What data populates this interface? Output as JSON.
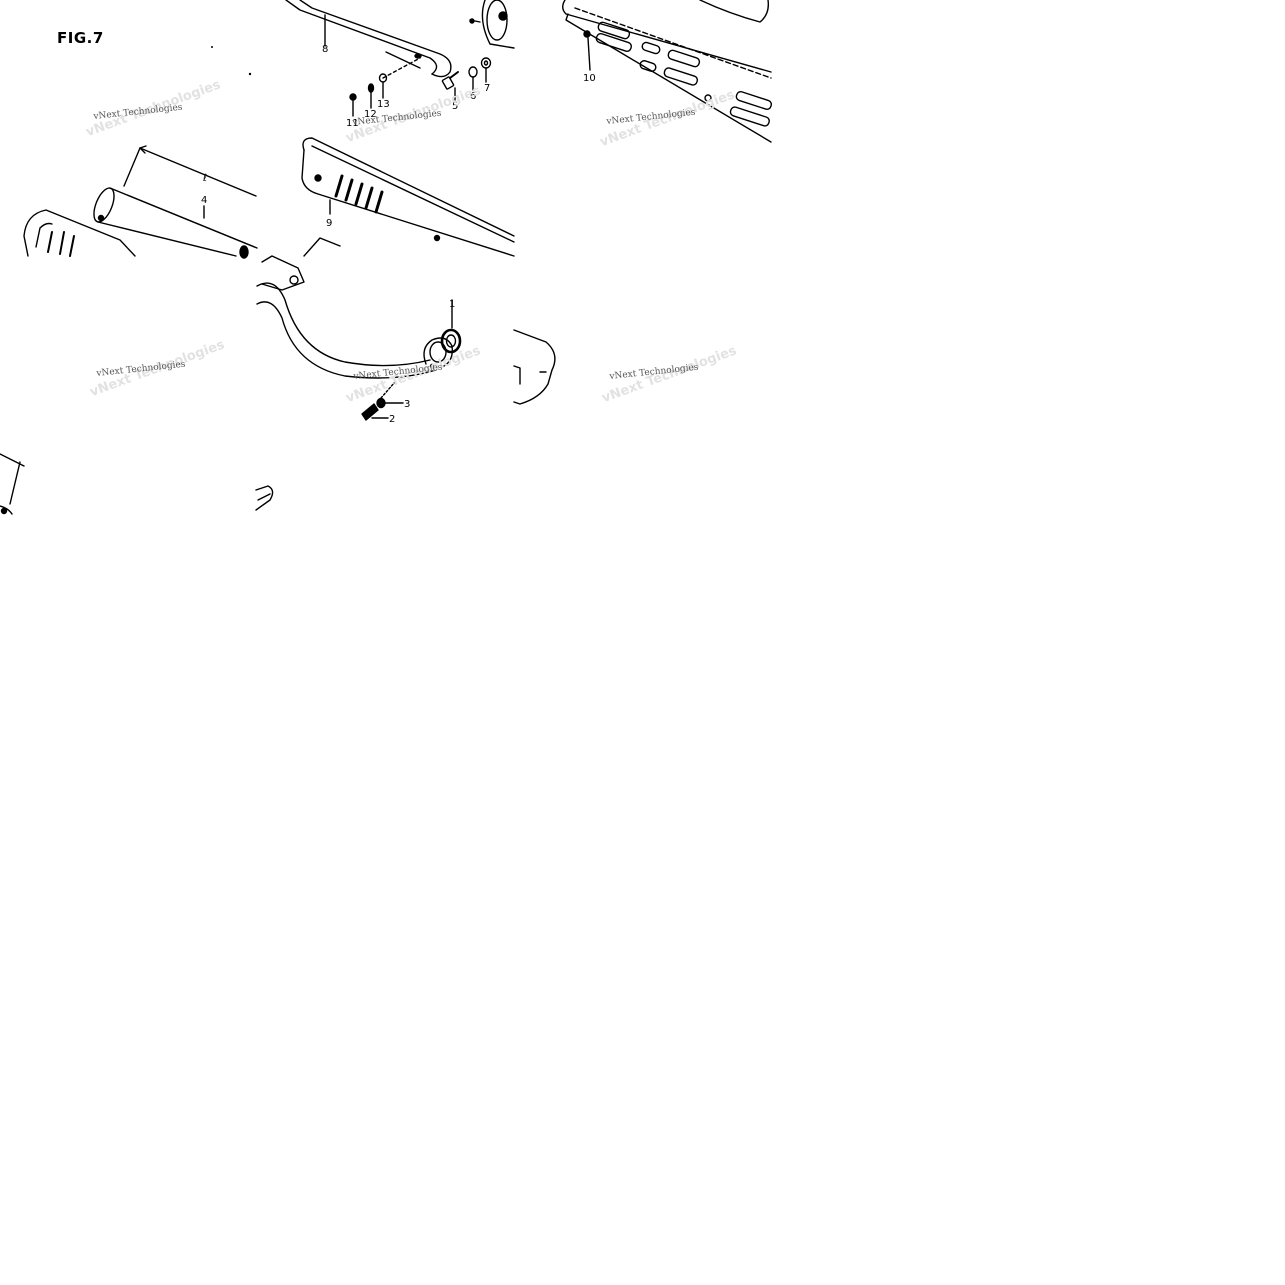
{
  "figure": {
    "title": "FIG.7"
  },
  "watermark": {
    "text": "vNext Technologies"
  },
  "callouts": {
    "n1": "1",
    "n2": "2",
    "n3": "3",
    "n4": "4",
    "n5": "5",
    "n6": "6",
    "n7": "7",
    "n8": "8",
    "n9": "9",
    "n10": "10",
    "n11": "11",
    "n12": "12",
    "n13": "13",
    "dim_l": "ℓ"
  }
}
